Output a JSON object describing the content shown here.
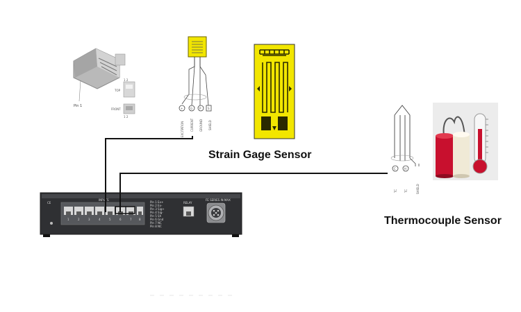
{
  "labels": {
    "strain_gage": "Strain Gage Sensor",
    "thermocouple": "Thermocouple Sensor"
  },
  "connector": {
    "pin_label": "Pin 1",
    "top_label": "TOP",
    "front_label": "FRONT",
    "top_pins": "1  2",
    "front_pins": "1  2"
  },
  "strain_wires": {
    "excitation": "EXCITATION",
    "current": "CURRENT",
    "ground": "GROUND",
    "shield": "SHIELD",
    "terminals": [
      "+",
      "G",
      "P",
      "S"
    ]
  },
  "thermo_wires": {
    "terminals": [
      "C",
      "H"
    ],
    "labels": [
      "TC",
      "TC",
      "SHIELD"
    ]
  },
  "device": {
    "ports_label": "INPUTS",
    "relay_label": "RELAY",
    "power_label": "FE SERIES IN MAX",
    "port_numbers": [
      "1",
      "2",
      "3",
      "4",
      "5",
      "6",
      "7",
      "8"
    ],
    "legend_lines": [
      "Pin 1  Ex+",
      "Pin 2  Ex-",
      "Pin 3  Sig+",
      "Pin 4  Sig-",
      "Pin 5  Sh",
      "Pin 6  Gnd",
      "Pin 7  NC",
      "Pin 8  NC"
    ]
  },
  "colors": {
    "gage_yellow": "#f2e600",
    "gage_dark": "#2a2a00",
    "device_body": "#2f3033",
    "cable": "#111111",
    "thermo_red": "#c8102e",
    "thermo_cream": "#f0ead6"
  }
}
